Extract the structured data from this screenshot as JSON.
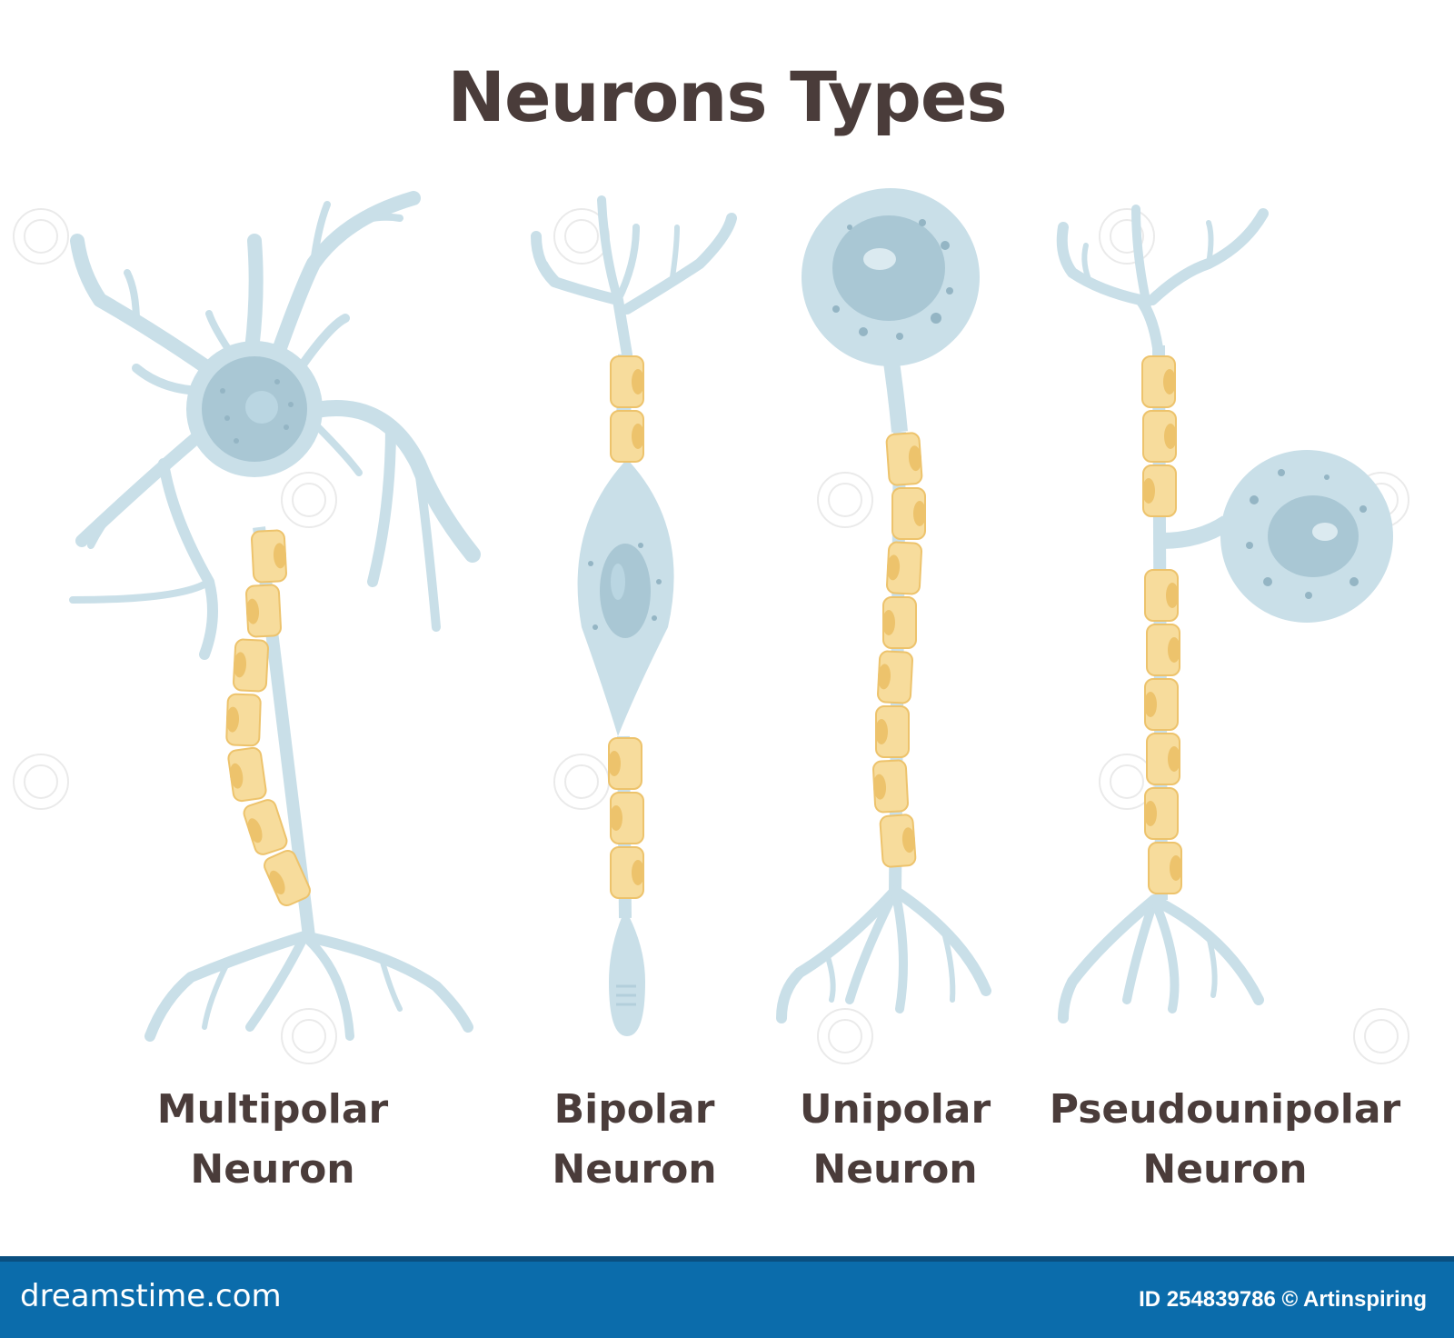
{
  "title": "Neurons Types",
  "neurons": [
    {
      "line1": "Multipolar",
      "line2": "Neuron"
    },
    {
      "line1": "Bipolar",
      "line2": "Neuron"
    },
    {
      "line1": "Unipolar",
      "line2": "Neuron"
    },
    {
      "line1": "Pseudounipolar",
      "line2": "Neuron"
    }
  ],
  "footer": {
    "brand": "dreamstime.com",
    "credit": "ID 254839786 © Artinspiring"
  },
  "colors": {
    "cell_body": "#c9dfe8",
    "nucleus": "#a9c7d4",
    "myelin": "#f7dc9c",
    "myelin_edge": "#edc36c",
    "text": "#4a3c3a",
    "footer": "#0b6cab"
  }
}
